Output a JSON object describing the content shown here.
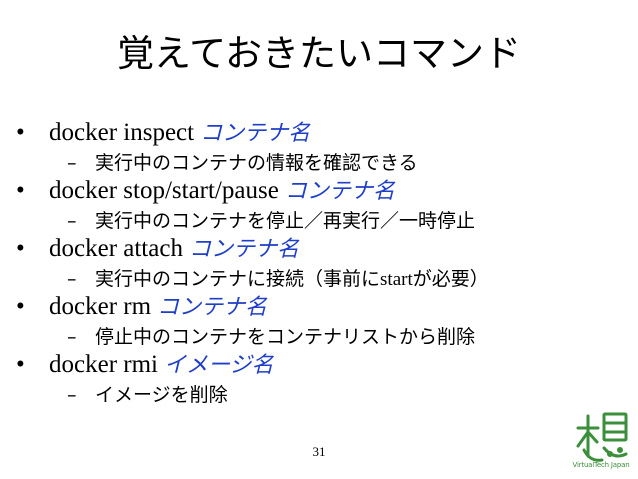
{
  "slide": {
    "title": "覚えておきたいコマンド",
    "page_number": "31",
    "logo_text": "VirtualTech Japan"
  },
  "items": [
    {
      "cmd": "docker inspect",
      "arg": "コンテナ名",
      "desc": "実行中のコンテナの情報を確認できる"
    },
    {
      "cmd": "docker stop/start/pause",
      "arg": "コンテナ名",
      "desc": "実行中のコンテナを停止／再実行／一時停止"
    },
    {
      "cmd": "docker attach",
      "arg": "コンテナ名",
      "desc_pre": "実行中のコンテナに接続（事前に",
      "desc_mid": "start",
      "desc_post": "が必要）"
    },
    {
      "cmd": "docker rm",
      "arg": "コンテナ名",
      "desc": "停止中のコンテナをコンテナリストから削除"
    },
    {
      "cmd": "docker rmi",
      "arg": "イメージ名",
      "desc": "イメージを削除"
    }
  ],
  "symbols": {
    "bullet": "•",
    "dash": "–"
  },
  "colors": {
    "accent_blue": "#1f3fc8",
    "rule_blue": "#5b9bd5",
    "logo_green": "#3b8f3b"
  }
}
